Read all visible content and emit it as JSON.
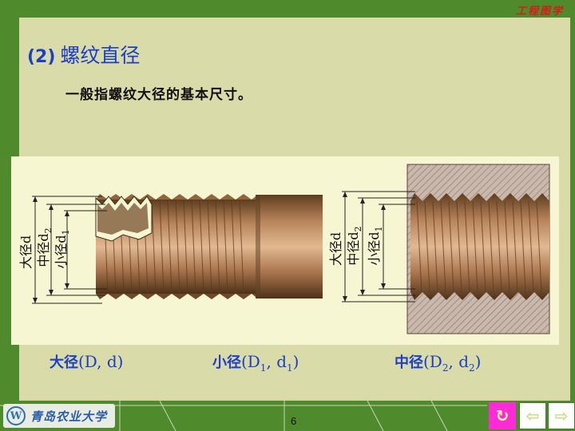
{
  "header": {
    "corner_label": "工程图学"
  },
  "title": {
    "number": "(2)",
    "text": "螺纹直径"
  },
  "subtitle": "一般指螺纹大径的基本尺寸。",
  "figure": {
    "left_labels": {
      "major": "大径d",
      "pitch": "中径d",
      "pitch_sub": "2",
      "minor": "小径d",
      "minor_sub": "1"
    },
    "right_labels": {
      "major": "大径d",
      "pitch": "中径d",
      "pitch_sub": "2",
      "minor": "小径d",
      "minor_sub": "1"
    }
  },
  "captions": {
    "major": {
      "zh": "大径",
      "open": "(D, d)"
    },
    "minor": {
      "zh": "小径",
      "pre": "(D",
      "s1": "1",
      "mid": ", d",
      "s2": "1",
      "close": ")"
    },
    "pitch": {
      "zh": "中径",
      "pre": "(D",
      "s1": "2",
      "mid": ", d",
      "s2": "2",
      "close": ")"
    }
  },
  "footer": {
    "logo_text": "青岛农业大学",
    "logo_seal": "W",
    "page_number": "6"
  },
  "nav": {
    "replay": "↻",
    "prev": "⇦",
    "next": "⇨"
  },
  "colors": {
    "frame": "#4f8a2d",
    "slide_bg": "#d9dba8",
    "title_blue": "#1c3ec9",
    "corner_red": "#d81b1b",
    "replay_magenta": "#ff2bd6"
  }
}
